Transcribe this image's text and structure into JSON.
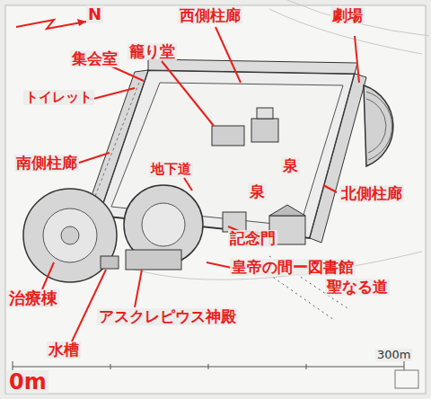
{
  "diagram": {
    "labels": [
      "N",
      "西側柱廊",
      "劇場",
      "籠り堂",
      "集会室",
      "トイレット",
      "南側柱廊",
      "地下道",
      "泉",
      "泉",
      "北側柱廊",
      "記念門",
      "皇帝の間ー図書館",
      "聖なる道",
      "治療棟",
      "アスクレピウス神殿",
      "水槽",
      "0m",
      "300m"
    ]
  }
}
